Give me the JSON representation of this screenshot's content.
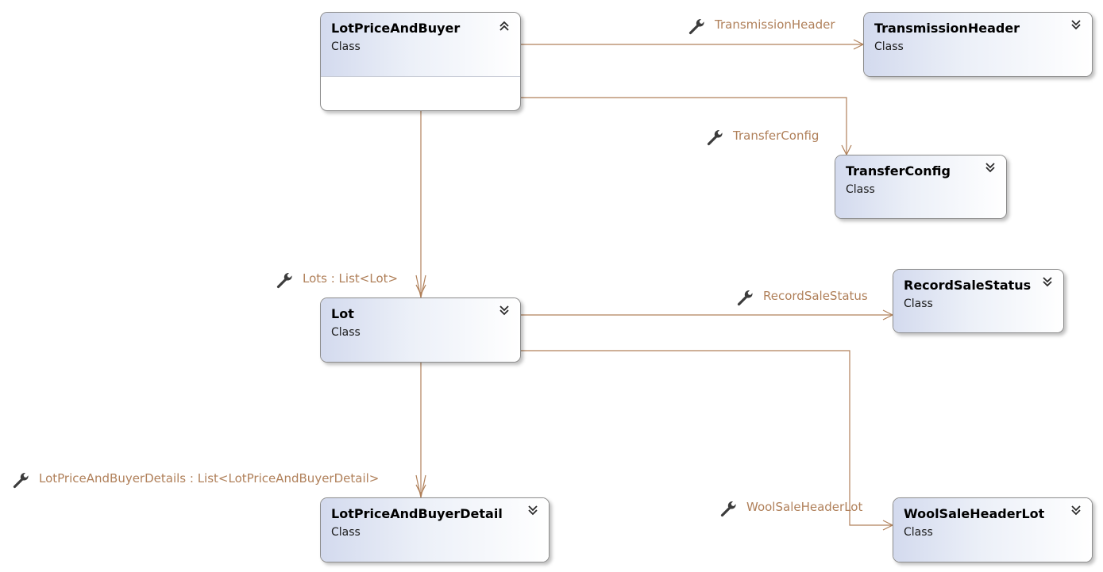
{
  "classes": {
    "lot_price_and_buyer": {
      "name": "LotPriceAndBuyer",
      "stereotype": "Class",
      "expanded": true
    },
    "transmission_header": {
      "name": "TransmissionHeader",
      "stereotype": "Class",
      "expanded": false
    },
    "transfer_config": {
      "name": "TransferConfig",
      "stereotype": "Class",
      "expanded": false
    },
    "lot": {
      "name": "Lot",
      "stereotype": "Class",
      "expanded": false
    },
    "record_sale_status": {
      "name": "RecordSaleStatus",
      "stereotype": "Class",
      "expanded": false
    },
    "lot_price_and_buyer_detail": {
      "name": "LotPriceAndBuyerDetail",
      "stereotype": "Class",
      "expanded": false
    },
    "wool_sale_header_lot": {
      "name": "WoolSaleHeaderLot",
      "stereotype": "Class",
      "expanded": false
    }
  },
  "associations": {
    "transmission_header": {
      "label": "TransmissionHeader",
      "icon": "wrench-icon",
      "multiplicity": "single"
    },
    "transfer_config": {
      "label": "TransferConfig",
      "icon": "wrench-icon",
      "multiplicity": "single"
    },
    "lots": {
      "label": "Lots : List<Lot>",
      "icon": "wrench-icon",
      "multiplicity": "collection"
    },
    "record_sale_status": {
      "label": "RecordSaleStatus",
      "icon": "wrench-icon",
      "multiplicity": "single"
    },
    "lot_price_and_buyer_details": {
      "label": "LotPriceAndBuyerDetails : List<LotPriceAndBuyerDetail>",
      "icon": "wrench-icon",
      "multiplicity": "collection"
    },
    "wool_sale_header_lot": {
      "label": "WoolSaleHeaderLot",
      "icon": "wrench-icon",
      "multiplicity": "single"
    }
  },
  "colors": {
    "connector": "#b0805a",
    "label_text": "#b0805a",
    "header_gradient_start": "#d3daee",
    "box_border": "#8c8c8c"
  }
}
